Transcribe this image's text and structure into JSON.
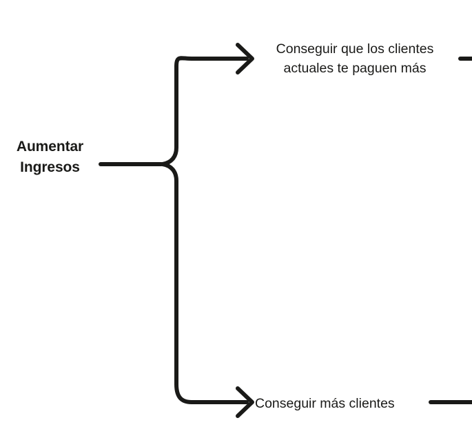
{
  "diagram": {
    "type": "mind-map-tree",
    "background_color": "#ffffff",
    "stroke_color": "#1a1a18",
    "text_color": "#1a1a18",
    "stroke_width": 6,
    "root": {
      "name": "aumentar-ingresos",
      "lines": [
        "Aumentar",
        "Ingresos"
      ],
      "bold": true
    },
    "branches": [
      {
        "name": "clientes-actuales-paguen-mas",
        "lines": [
          "Conseguir que los clientes",
          "actuales te paguen más"
        ],
        "arrow": "chevron-right",
        "continues_off_canvas": true
      },
      {
        "name": "conseguir-mas-clientes",
        "lines": [
          "Conseguir más clientes"
        ],
        "arrow": "chevron-right",
        "continues_off_canvas": true
      }
    ]
  }
}
